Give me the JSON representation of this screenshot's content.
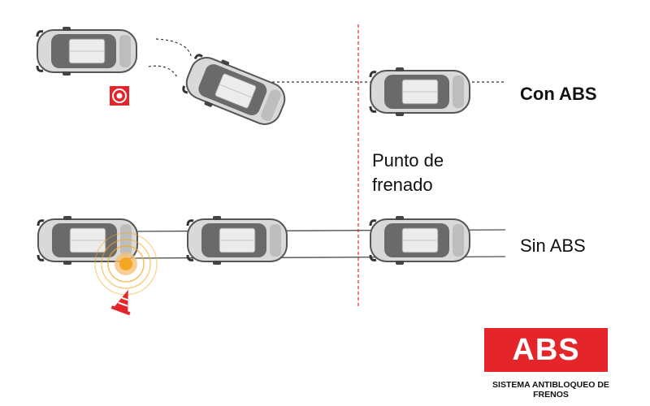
{
  "labels": {
    "with_abs": "Con ABS",
    "without_abs": "Sin ABS",
    "braking_point_line1": "Punto de",
    "braking_point_line2": "frenado"
  },
  "logo": {
    "text": "ABS",
    "subtitle": "SISTEMA ANTIBLOQUEO DE FRENOS",
    "color": "#e4262b"
  },
  "colors": {
    "accent": "#e4262b",
    "impact_glow": "#f5a623",
    "car_body": "#d9d9d9",
    "car_outline": "#555555"
  },
  "icons": {
    "obstacle_top": "warning-target-icon",
    "obstacle_bottom": "traffic-cone-icon"
  }
}
